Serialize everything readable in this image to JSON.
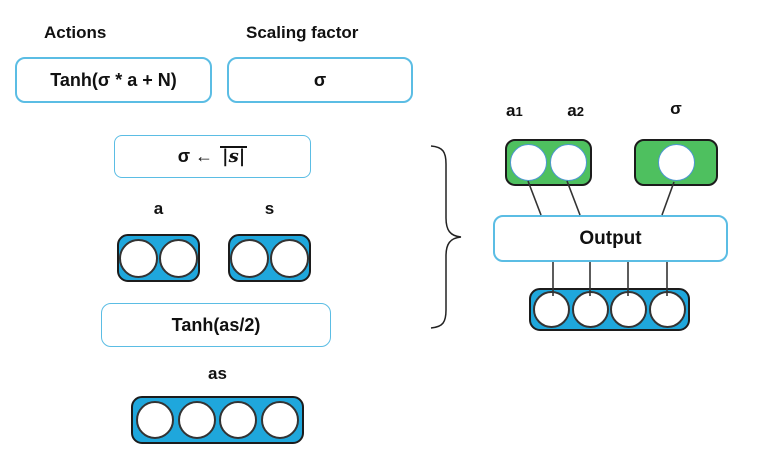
{
  "diagram": {
    "left": {
      "actions_title": "Actions",
      "scaling_title": "Scaling factor",
      "actions_formula": "Tanh(σ * a + N)",
      "scaling_formula": "σ",
      "sigma_update_prefix": "σ ←",
      "sigma_update_overlined": "|s|",
      "a_label": "a",
      "s_label": "s",
      "tanh_formula": "Tanh(as/2)",
      "as_label": "as"
    },
    "right": {
      "a1_base": "a",
      "a1_sub": "1",
      "a2_base": "a",
      "a2_sub": "2",
      "sigma_label": "σ",
      "output_label": "Output"
    }
  },
  "nodes": {
    "a": 2,
    "s": 2,
    "as": 4,
    "actions_output": 2,
    "sigma_output": 1,
    "combined": 4
  },
  "colors": {
    "node_blue": "#1FA7DC",
    "node_green": "#4EC05F",
    "box_border": "#5BBDE4",
    "node_border": "#1c1c1c",
    "green_circle_border": "#4E97D1",
    "line": "#333333",
    "text": "#111111"
  }
}
